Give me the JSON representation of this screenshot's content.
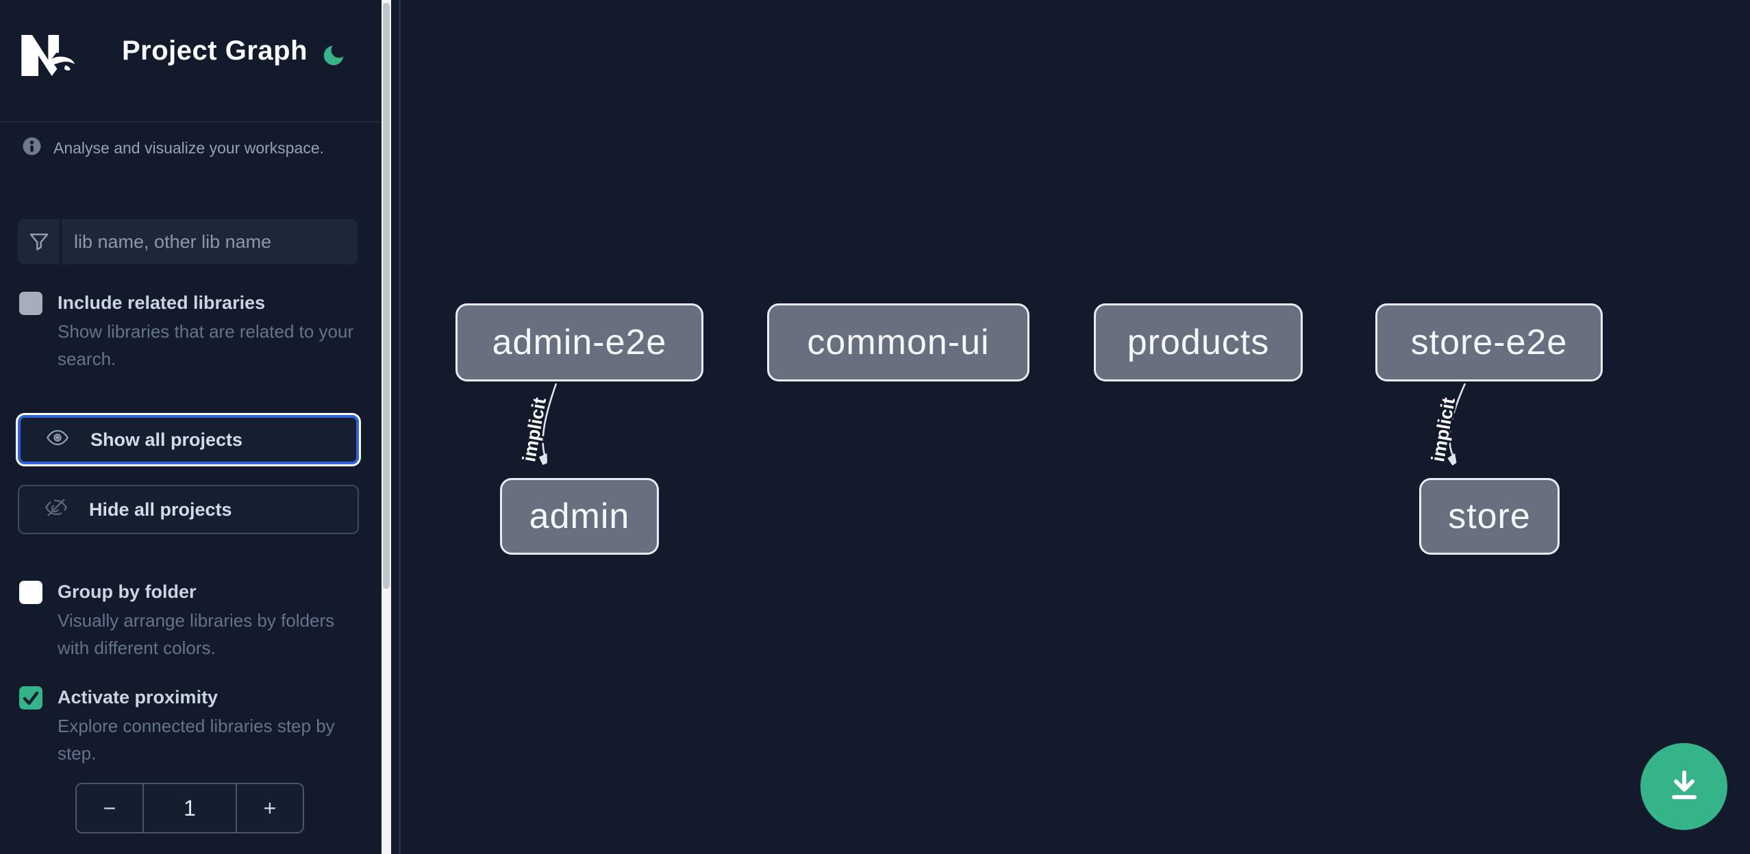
{
  "header": {
    "app_title": "Project Graph",
    "logo_icon": "nx-logo",
    "theme_toggle_icon": "moon-icon"
  },
  "sidebar": {
    "intro_text": "Analyse and visualize your workspace.",
    "search": {
      "placeholder": "lib name, other lib name",
      "value": "",
      "icon": "filter-icon"
    },
    "include_related": {
      "label": "Include related libraries",
      "description": "Show libraries that are related to your search.",
      "checked": false
    },
    "show_all": {
      "label": "Show all projects",
      "icon": "eye-icon",
      "focused": true
    },
    "hide_all": {
      "label": "Hide all projects",
      "icon": "eye-off-icon",
      "focused": false
    },
    "group_by_folder": {
      "label": "Group by folder",
      "description": "Visually arrange libraries by folders with different colors.",
      "checked": false
    },
    "proximity": {
      "label": "Activate proximity",
      "description": "Explore connected libraries step by step.",
      "checked": true
    },
    "depth_stepper": {
      "decrement": "−",
      "value": "1",
      "increment": "+"
    }
  },
  "graph": {
    "nodes": [
      {
        "label": "admin-e2e"
      },
      {
        "label": "common-ui"
      },
      {
        "label": "products"
      },
      {
        "label": "store-e2e"
      },
      {
        "label": "admin"
      },
      {
        "label": "store"
      }
    ],
    "edges": [
      {
        "from": "admin-e2e",
        "to": "admin",
        "label": "implicit"
      },
      {
        "from": "store-e2e",
        "to": "store",
        "label": "implicit"
      }
    ]
  },
  "fab": {
    "icon": "download-icon"
  },
  "colors": {
    "background": "#121a2b",
    "accent_green": "#35b389",
    "focus_blue": "#2e63d9",
    "node_fill": "#68707f",
    "node_border": "#e9edf2",
    "scrollbar_track": "#f4f4f5",
    "scrollbar_thumb": "#c1c6cd"
  }
}
